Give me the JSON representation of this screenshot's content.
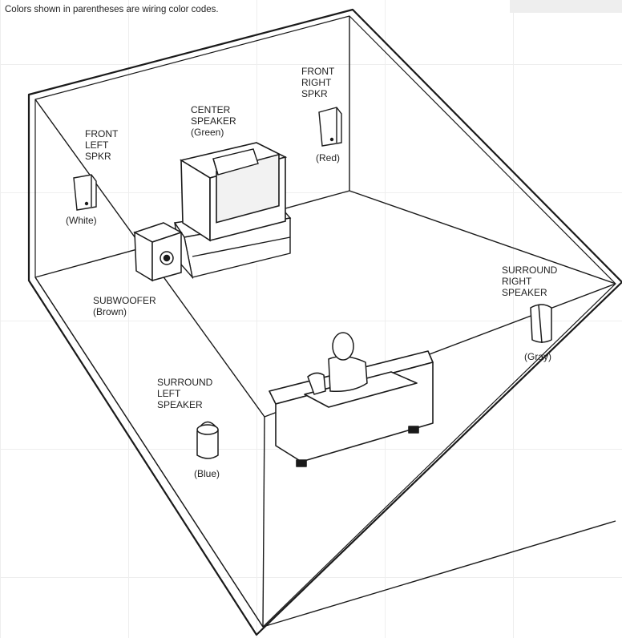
{
  "note": "Colors shown in parentheses are wiring color codes.",
  "speakers": {
    "front_left": {
      "lines": [
        "FRONT",
        "LEFT",
        "SPKR"
      ],
      "color_code": "(White)"
    },
    "center": {
      "lines": [
        "CENTER",
        "SPEAKER"
      ],
      "color_code": "(Green)"
    },
    "front_right": {
      "lines": [
        "FRONT",
        "RIGHT",
        "SPKR"
      ],
      "color_code": "(Red)"
    },
    "subwoofer": {
      "lines": [
        "SUBWOOFER"
      ],
      "color_code": "(Brown)"
    },
    "surround_right": {
      "lines": [
        "SURROUND",
        "RIGHT",
        "SPEAKER"
      ],
      "color_code": "(Gray)"
    },
    "surround_left": {
      "lines": [
        "SURROUND",
        "LEFT",
        "SPEAKER"
      ],
      "color_code": "(Blue)"
    }
  },
  "icons": {
    "room": "room-outline",
    "tv": "tv-icon",
    "couch": "couch-icon",
    "listener": "person-icon"
  },
  "colors": {
    "line": "#1a1a1a",
    "fill": "#ffffff",
    "shade": "#d9d9d9"
  }
}
